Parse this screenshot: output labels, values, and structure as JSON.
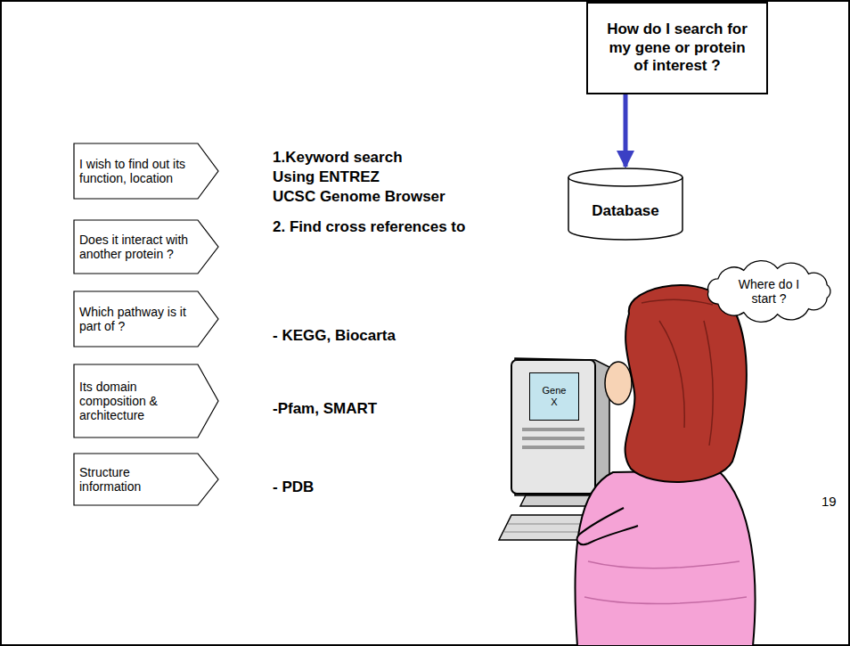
{
  "diagram": {
    "nodes": [
      {
        "text": [
          "How do I search for my gene or protein of interest ?"
        ]
      },
      {
        "text": [
          "I wish to find out its function, location"
        ]
      },
      {
        "text": [
          "Does it interact with another protein ?"
        ]
      },
      {
        "text": [
          "Which pathway is it part of ?"
        ]
      },
      {
        "text": [
          "Its domain composition & architecture"
        ]
      },
      {
        "text": [
          "Structure information"
        ]
      },
      {
        "text": [
          "Database"
        ]
      },
      {
        "text": [
          "Where do I start ?"
        ]
      },
      {
        "text": [
          "Gene X"
        ]
      }
    ],
    "edges": [
      {
        "from": 0,
        "to": 6,
        "arrow": "to"
      }
    ],
    "labels": [
      "1.Keyword search",
      "Using ENTREZ",
      "UCSC Genome Browser",
      "2. Find cross references to",
      "- KEGG, Biocarta",
      "-Pfam, SMART",
      "- PDB",
      "19"
    ]
  }
}
